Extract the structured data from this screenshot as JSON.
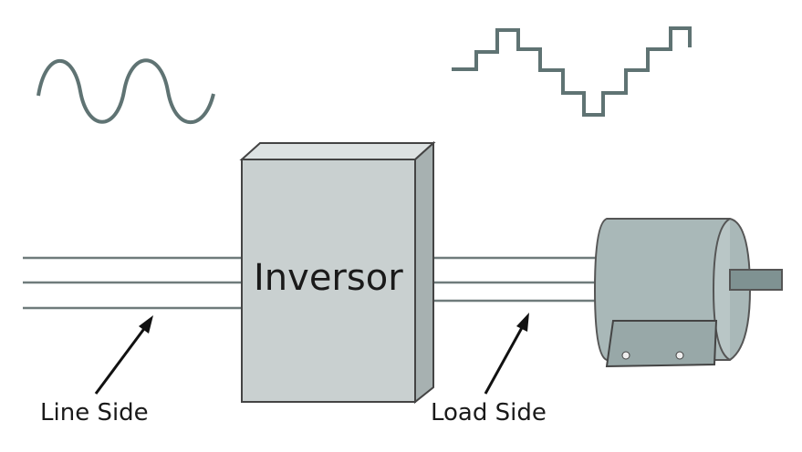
{
  "labels": {
    "inverter": "Inversor",
    "line_side": "Line Side",
    "load_side": "Load Side"
  },
  "colors": {
    "wave": "#5f7373",
    "box_front": "#c9d0d0",
    "box_side": "#a7b1b1",
    "motor": "#9fb0b0",
    "line": "#6f7b7b"
  },
  "waveforms": {
    "line_side": "sine",
    "load_side": "stepped"
  }
}
